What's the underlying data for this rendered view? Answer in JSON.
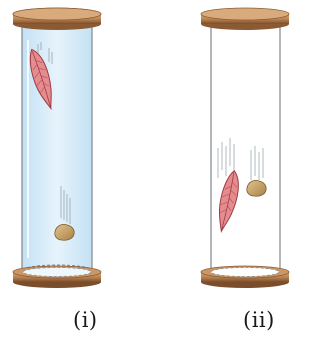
{
  "figure": {
    "tubes": [
      {
        "label": "(i)",
        "medium": "air",
        "fill": "#cfe8f7"
      },
      {
        "label": "(ii)",
        "medium": "vacuum",
        "fill": "#ffffff"
      }
    ],
    "objects": [
      "feather-icon",
      "stone-icon"
    ],
    "colors": {
      "cap": "#b8804f",
      "cap_dark": "#7a4e2b",
      "glass_edge": "#8a8f94",
      "feather": "#e58c8f",
      "feather_edge": "#9c3b45",
      "stone": "#c8a46a"
    }
  }
}
